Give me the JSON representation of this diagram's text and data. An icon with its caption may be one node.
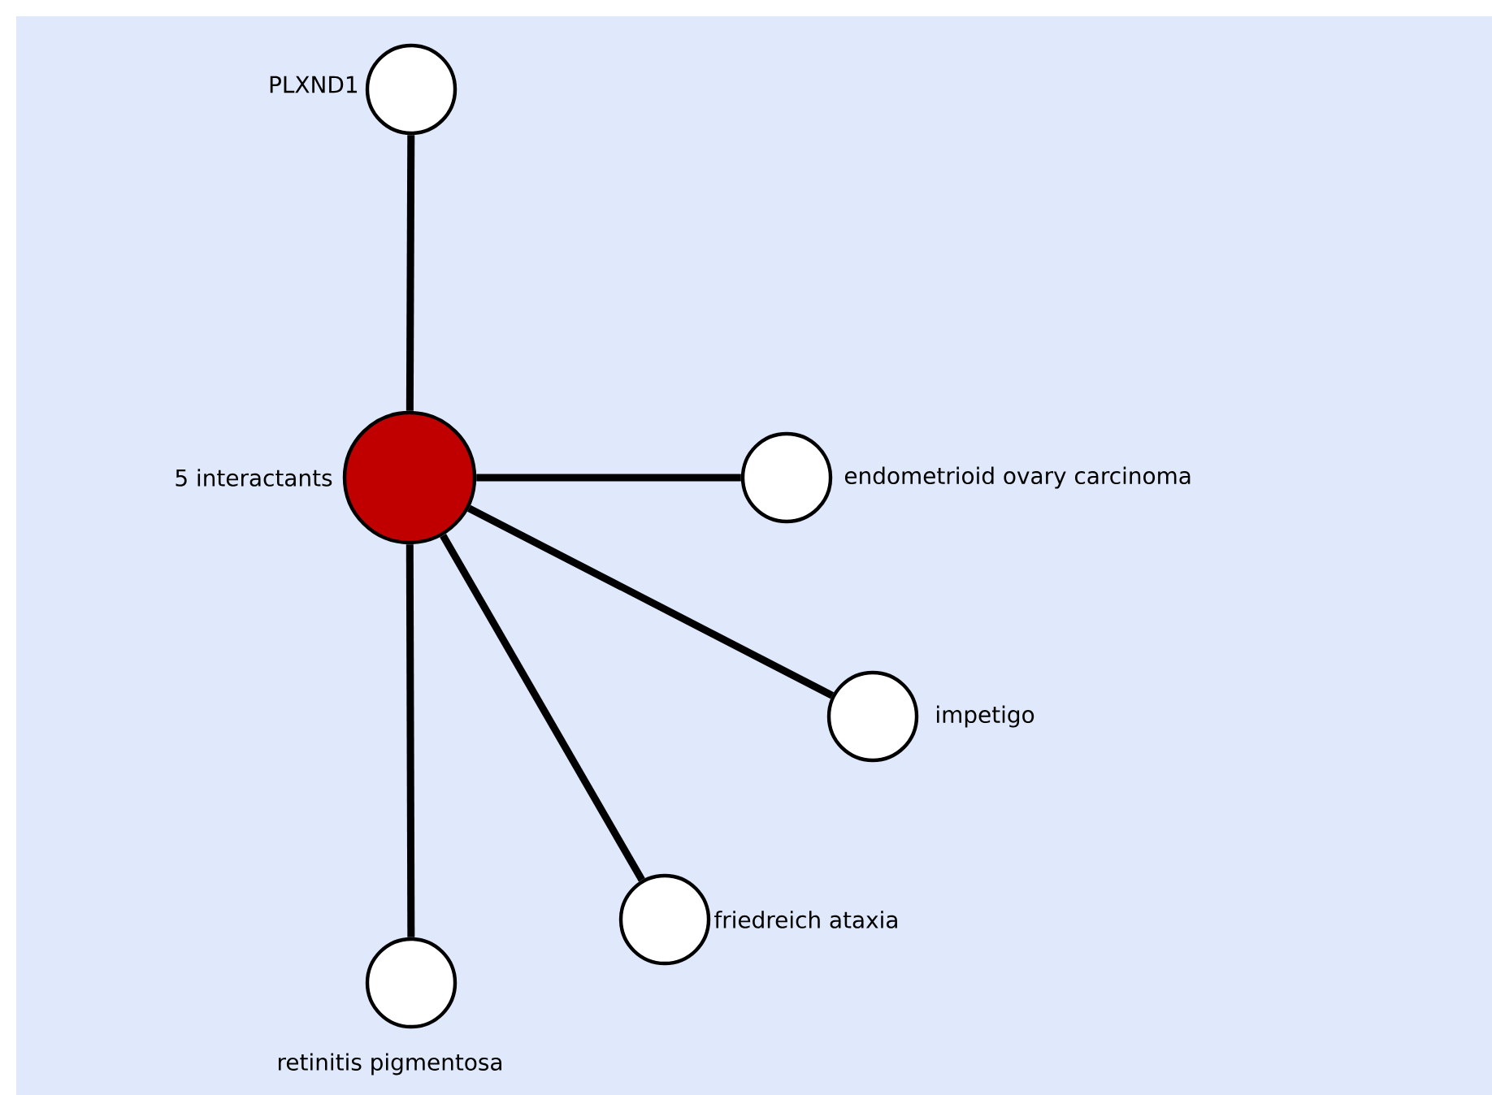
{
  "diagram": {
    "nodes": [
      {
        "text": [
          "5 interactants"
        ]
      },
      {
        "text": [
          "PLXND1"
        ]
      },
      {
        "text": [
          "endometrioid ovary carcinoma"
        ]
      },
      {
        "text": [
          "impetigo"
        ]
      },
      {
        "text": [
          "friedreich ataxia"
        ]
      },
      {
        "text": [
          "retinitis pigmentosa"
        ]
      }
    ],
    "edges": [
      {
        "from": 0,
        "to": 1,
        "arrow": "none"
      },
      {
        "from": 0,
        "to": 2,
        "arrow": "none"
      },
      {
        "from": 0,
        "to": 3,
        "arrow": "none"
      },
      {
        "from": 0,
        "to": 4,
        "arrow": "none"
      },
      {
        "from": 0,
        "to": 5,
        "arrow": "none"
      }
    ]
  }
}
